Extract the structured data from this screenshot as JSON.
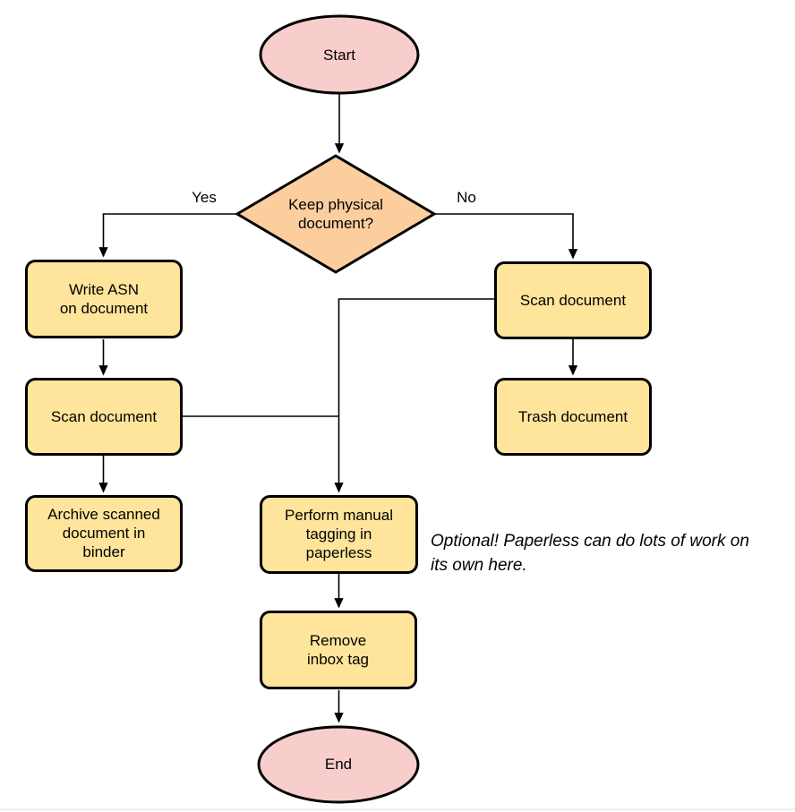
{
  "diagram": {
    "colors": {
      "terminal_fill": "#F8CECC",
      "decision_fill": "#FCCE9E",
      "process_fill": "#FFE59B",
      "stroke": "#000000"
    },
    "nodes": {
      "start": "Start",
      "decision": "Keep physical\ndocument?",
      "write_asn": "Write ASN\non document",
      "scan_left": "Scan document",
      "archive": "Archive scanned\ndocument in\nbinder",
      "scan_right": "Scan document",
      "trash": "Trash document",
      "perform_tagging": "Perform manual\ntagging in\npaperless",
      "remove_inbox": "Remove\ninbox tag",
      "end": "End"
    },
    "edge_labels": {
      "yes": "Yes",
      "no": "No"
    },
    "annotation": "Optional! Paperless can do lots of work on\nits own here."
  }
}
